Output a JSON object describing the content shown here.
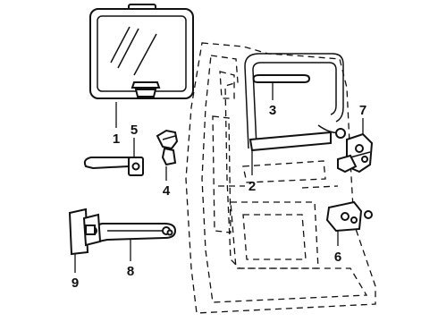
{
  "diagram": {
    "callouts": [
      {
        "id": "1",
        "label": "1"
      },
      {
        "id": "2",
        "label": "2"
      },
      {
        "id": "3",
        "label": "3"
      },
      {
        "id": "4",
        "label": "4"
      },
      {
        "id": "5",
        "label": "5"
      },
      {
        "id": "6",
        "label": "6"
      },
      {
        "id": "7",
        "label": "7"
      },
      {
        "id": "8",
        "label": "8"
      },
      {
        "id": "9",
        "label": "9"
      }
    ],
    "colors": {
      "ink": "#111111",
      "background": "#ffffff"
    }
  }
}
